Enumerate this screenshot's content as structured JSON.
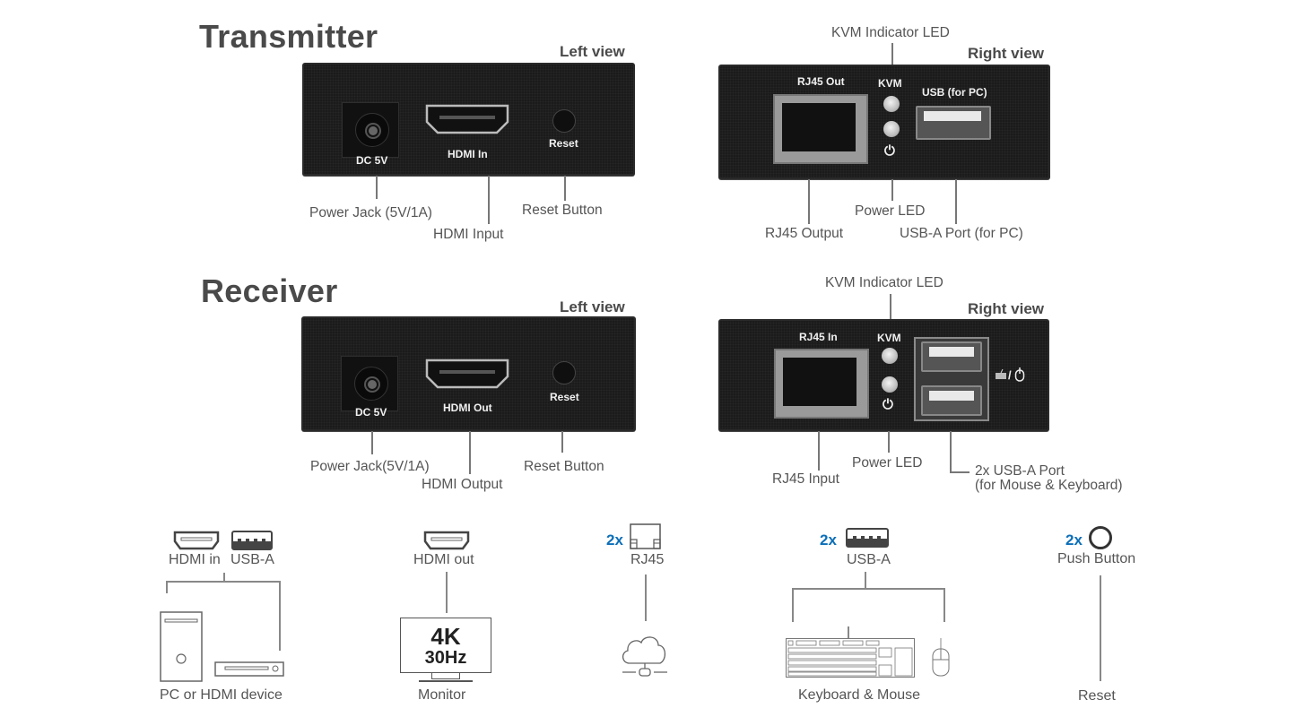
{
  "transmitter": {
    "title": "Transmitter",
    "left_view": {
      "label": "Left view",
      "panel_labels": {
        "dc": "DC 5V",
        "hdmi": "HDMI In",
        "reset": "Reset"
      },
      "callouts": {
        "power_jack": "Power Jack (5V/1A)",
        "hdmi": "HDMI Input",
        "reset": "Reset Button"
      }
    },
    "right_view": {
      "label": "Right view",
      "panel_labels": {
        "rj45": "RJ45 Out",
        "kvm": "KVM",
        "usb": "USB (for PC)",
        "power_symbol": "⏻"
      },
      "callouts": {
        "kvm_led": "KVM Indicator LED",
        "rj45": "RJ45 Output",
        "power_led": "Power LED",
        "usb": "USB-A Port (for PC)"
      }
    }
  },
  "receiver": {
    "title": "Receiver",
    "left_view": {
      "label": "Left view",
      "panel_labels": {
        "dc": "DC 5V",
        "hdmi": "HDMI Out",
        "reset": "Reset"
      },
      "callouts": {
        "power_jack": "Power Jack(5V/1A)",
        "hdmi": "HDMI Output",
        "reset": "Reset Button"
      }
    },
    "right_view": {
      "label": "Right view",
      "panel_labels": {
        "rj45": "RJ45 In",
        "kvm": "KVM",
        "power_symbol": "⏻",
        "kbd_mouse_symbol": "/"
      },
      "callouts": {
        "kvm_led": "KVM Indicator LED",
        "rj45": "RJ45 Input",
        "power_led": "Power LED",
        "usb_line1": "2x USB-A Port",
        "usb_line2": "(for Mouse & Keyboard)"
      }
    }
  },
  "connections": {
    "accent_color": "#0b6fb8",
    "source": {
      "hdmi_label": "HDMI in",
      "usb_label": "USB-A",
      "device_label": "PC or HDMI device",
      "icons": [
        "hdmi-port-icon",
        "usb-a-icon",
        "pc-tower-icon",
        "media-player-icon"
      ]
    },
    "display": {
      "hdmi_label": "HDMI out",
      "monitor_line1": "4K",
      "monitor_line2": "30Hz",
      "device_label": "Monitor",
      "icons": [
        "hdmi-port-icon",
        "monitor-icon"
      ]
    },
    "network": {
      "count": "2x",
      "label": "RJ45",
      "icons": [
        "rj45-icon",
        "cloud-network-icon"
      ]
    },
    "peripherals": {
      "count": "2x",
      "label": "USB-A",
      "device_label": "Keyboard & Mouse",
      "icons": [
        "usb-a-icon",
        "keyboard-icon",
        "mouse-icon"
      ]
    },
    "reset": {
      "count": "2x",
      "label": "Push Button",
      "device_label": "Reset",
      "icons": [
        "push-button-icon"
      ]
    }
  }
}
